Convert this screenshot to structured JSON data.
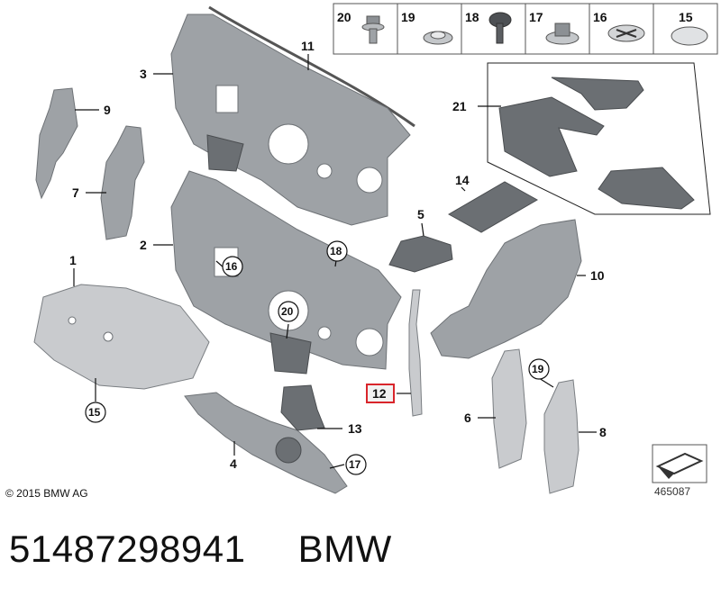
{
  "legend": {
    "items": [
      {
        "number": "20",
        "icon": "bolt-with-washer-icon"
      },
      {
        "number": "19",
        "icon": "spring-nut-icon"
      },
      {
        "number": "18",
        "icon": "expanding-rivet-icon"
      },
      {
        "number": "17",
        "icon": "speed-nut-icon"
      },
      {
        "number": "16",
        "icon": "clip-icon"
      },
      {
        "number": "15",
        "icon": "plug-cap-icon"
      }
    ]
  },
  "callouts": {
    "p1": "1",
    "p2": "2",
    "p3": "3",
    "p4": "4",
    "p5": "5",
    "p6": "6",
    "p7": "7",
    "p8": "8",
    "p9": "9",
    "p10": "10",
    "p11": "11",
    "p12": "12",
    "p13": "13",
    "p14": "14",
    "p21": "21",
    "c15": "15",
    "c16": "16",
    "c17": "17",
    "c18": "18",
    "c19": "19",
    "c20": "20"
  },
  "highlight_color": "#d9252b",
  "copyright": "© 2015 BMW AG",
  "diagram_number": "465087",
  "caption": {
    "part_number": "51487298941",
    "brand": "BMW"
  }
}
